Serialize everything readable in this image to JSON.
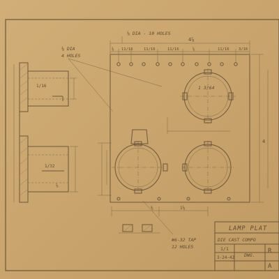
{
  "notes": {
    "top_holes": "⅛ DIA - 10 HOLES",
    "left_holes_size": "⅛ DIA",
    "left_holes_count": "4 HOLES",
    "tap_size": "#6-32 TAP",
    "tap_count": "12 HOLES"
  },
  "title_block": {
    "title": "LAMP PLAT",
    "material": "DIE CAST COMPO",
    "scale_value": "1/1",
    "dwg_label": "DWG.",
    "date": "3-24-42",
    "rev": "R",
    "number": "A"
  },
  "dims": {
    "top_overall": "4⅞",
    "top_chain": [
      "⅜",
      "11/16",
      "11/16",
      "11/16",
      "⅝",
      "11/16",
      "3/16"
    ],
    "upper_circle": "1 3/64",
    "lower_left": "⅜",
    "lower_bottom": "1⅛",
    "left_view": "1/16",
    "left_view_b": "1/32",
    "right_side": "4",
    "mid_left": "⅝"
  },
  "colors": {
    "paper": "#c9a56d",
    "ink": "#5e4a32"
  }
}
